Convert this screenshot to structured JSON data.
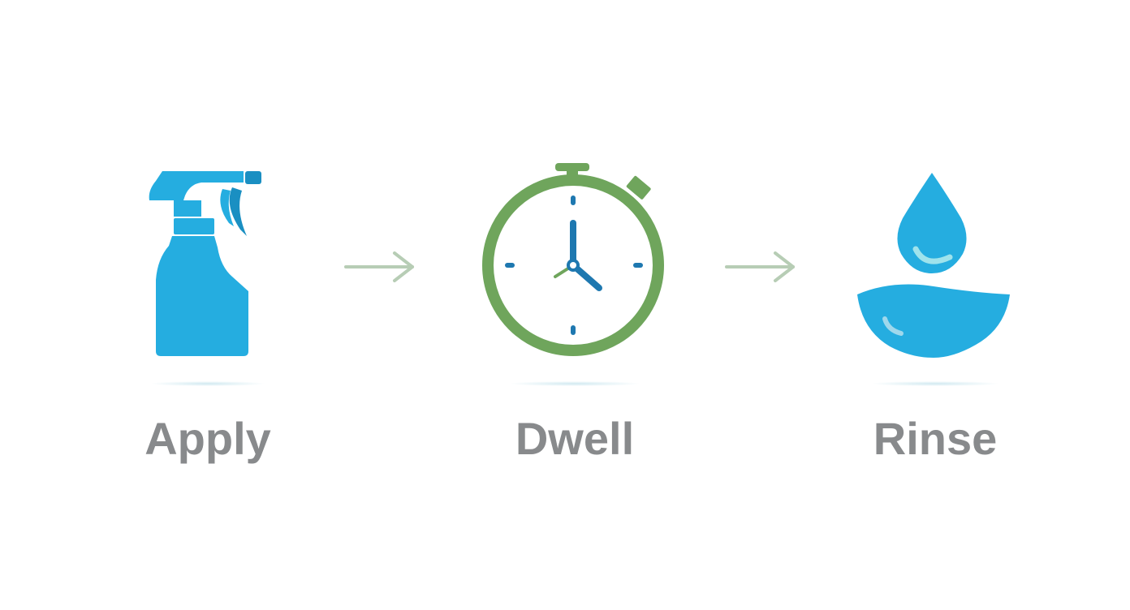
{
  "steps": [
    {
      "label": "Apply",
      "icon": "spray-bottle-icon",
      "color": "#25ade0"
    },
    {
      "label": "Dwell",
      "icon": "stopwatch-icon",
      "color": "#6fa55c"
    },
    {
      "label": "Rinse",
      "icon": "water-drop-basin-icon",
      "color": "#25ade0"
    }
  ],
  "arrows": [
    {
      "icon": "arrow-right-icon",
      "color": "#b7cdb5"
    },
    {
      "icon": "arrow-right-icon",
      "color": "#b7cdb5"
    }
  ],
  "colors": {
    "blue": "#25ade0",
    "green": "#6fa55c",
    "hand_blue": "#1e78b0",
    "label_gray": "#888a8c",
    "arrow": "#b7cdb5"
  }
}
